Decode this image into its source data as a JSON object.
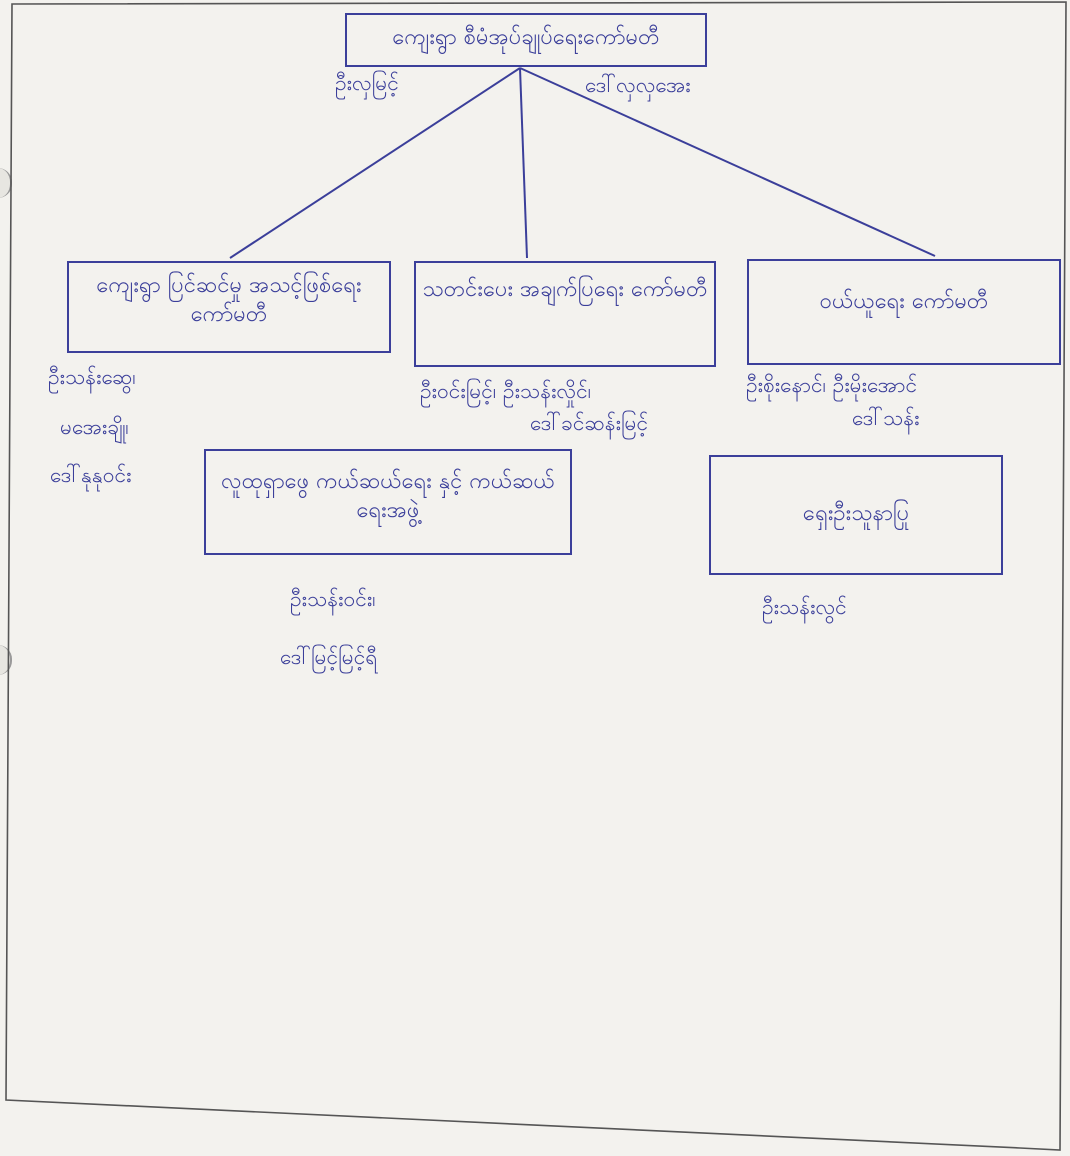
{
  "colors": {
    "paper": "#f3f2ee",
    "ink": "#3b3f9a",
    "frame": "#555555"
  },
  "root": {
    "title": "ကျေးရွာ စီမံအုပ်ချုပ်ရေးကော်မတီ",
    "members_left": "ဦးလှမြင့်",
    "members_right": "ဒေါ်လှလှအေး"
  },
  "committees": [
    {
      "title": "ကျေးရွာ ပြင်ဆင်မှု အသင့်ဖြစ်ရေး ကော်မတီ",
      "members": [
        "ဦးသန်းဆွေ၊",
        "မအေးချို၊",
        "ဒေါ်နုနုဝင်း"
      ]
    },
    {
      "title": "သတင်းပေး အချက်ပြရေး ကော်မတီ",
      "members": [
        "ဦးဝင်းမြင့်၊ ဦးသန်းလှိုင်၊",
        "ဒေါ်ခင်ဆန်းမြင့်"
      ]
    },
    {
      "title": "ဝယ်ယူရေး ကော်မတီ",
      "members": [
        "ဦးစိုးနောင်၊ ဦးမိုးအောင်",
        "ဒေါ်သန်း"
      ]
    }
  ],
  "subcommittees": [
    {
      "title": "လူထုရှာဖွေ ကယ်ဆယ်ရေး နှင့် ကယ်ဆယ်ရေးအဖွဲ့",
      "members": [
        "ဦးသန်းဝင်း၊",
        "ဒေါ်မြင့်မြင့်ရီ"
      ]
    },
    {
      "title": "ရှေးဦးသူနာပြု",
      "members": [
        "ဦးသန်းလွင်"
      ]
    }
  ]
}
